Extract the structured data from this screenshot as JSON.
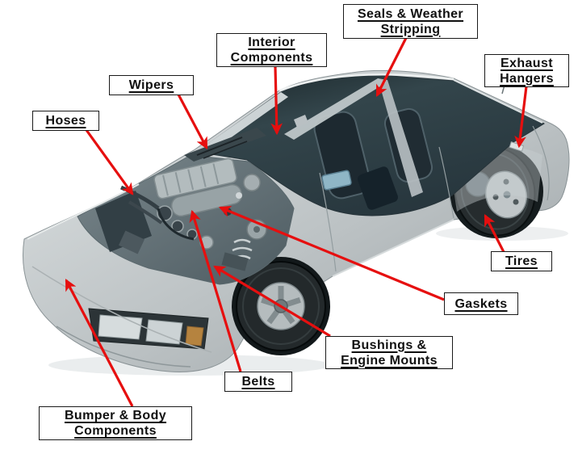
{
  "colors": {
    "background": "#ffffff",
    "arrow": "#e60f0f",
    "label_border": "#1a1a1a",
    "label_bg": "#ffffff",
    "label_text": "#101010"
  },
  "illustration_name": "sports-car-cutaway",
  "labels": [
    {
      "id": "hoses",
      "lines": [
        "Hoses"
      ]
    },
    {
      "id": "wipers",
      "lines": [
        "Wipers"
      ]
    },
    {
      "id": "interior",
      "lines": [
        "Interior",
        "Components"
      ]
    },
    {
      "id": "seals",
      "lines": [
        "Seals & Weather",
        "Stripping"
      ]
    },
    {
      "id": "exhaust",
      "lines": [
        "Exhaust",
        "Hangers"
      ]
    },
    {
      "id": "tires",
      "lines": [
        "Tires"
      ]
    },
    {
      "id": "gaskets",
      "lines": [
        "Gaskets"
      ]
    },
    {
      "id": "bushings",
      "lines": [
        "Bushings &",
        "Engine Mounts"
      ]
    },
    {
      "id": "belts",
      "lines": [
        "Belts"
      ]
    },
    {
      "id": "bumper",
      "lines": [
        "Bumper & Body",
        "Components"
      ]
    }
  ]
}
